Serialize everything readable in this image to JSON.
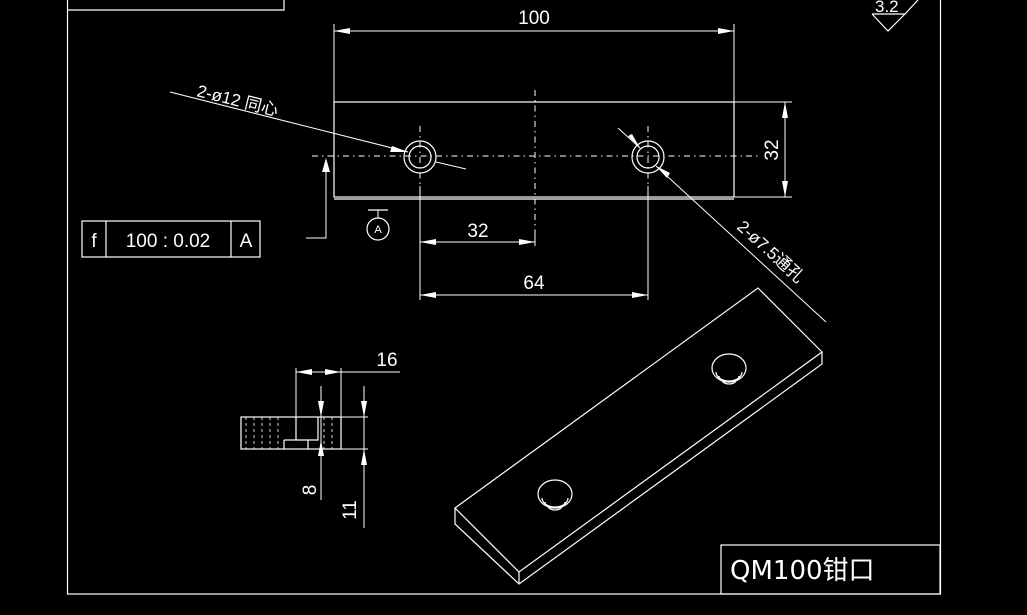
{
  "title_block": {
    "text": "QM100钳口"
  },
  "surface_finish": {
    "value": "3.2"
  },
  "dimensions": {
    "overall_length": "100",
    "overall_width": "32",
    "hole_offset": "32",
    "hole_spacing": "64",
    "section_width": "16",
    "counterbore_depth": "8",
    "section_height": "11"
  },
  "notes": {
    "counterbore": "2-ø12 同心",
    "through_hole": "2-ø7.5通孔"
  },
  "tolerance_frame": {
    "symbol": "f",
    "value": "100 : 0.02",
    "datum": "A"
  },
  "datum_label": "A"
}
